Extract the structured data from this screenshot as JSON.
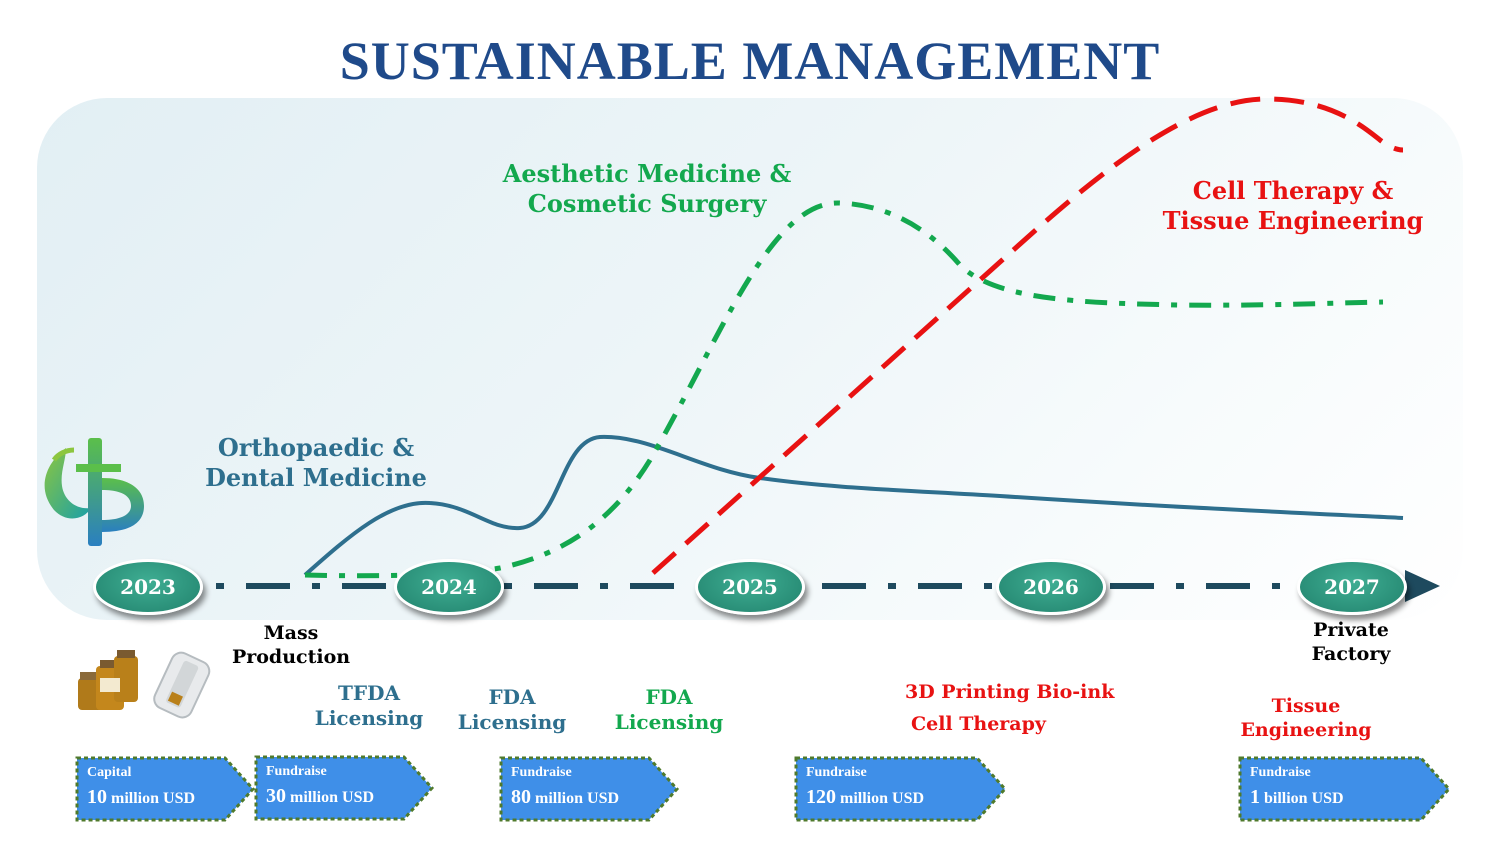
{
  "title": "SUSTAINABLE MANAGEMENT",
  "colors": {
    "title": "#1f4a8a",
    "ortho": "#2e6f8e",
    "aesthetic": "#13a84e",
    "cell": "#e81212",
    "timeline": "#1e4a5e",
    "year_badge": "#2a8f78",
    "fund_box": "#3f8fe8",
    "fund_border": "#4f7a2c"
  },
  "curves": {
    "ortho": {
      "label_line1": "Orthopaedic &",
      "label_line2": "Dental Medicine"
    },
    "aesthetic": {
      "label_line1": "Aesthetic Medicine &",
      "label_line2": "Cosmetic Surgery"
    },
    "cell": {
      "label_line1": "Cell Therapy &",
      "label_line2": "Tissue Engineering"
    }
  },
  "years": [
    "2023",
    "2024",
    "2025",
    "2026",
    "2027"
  ],
  "milestones": {
    "mass_production": {
      "line1": "Mass",
      "line2": "Production"
    },
    "private_factory": {
      "line1": "Private",
      "line2": "Factory"
    },
    "tfda": {
      "line1": "TFDA",
      "line2": "Licensing"
    },
    "fda_blue": {
      "line1": "FDA",
      "line2": "Licensing"
    },
    "fda_green": {
      "line1": "FDA",
      "line2": "Licensing"
    },
    "bioink": "3D Printing Bio-ink",
    "cell_therapy": "Cell Therapy",
    "tissue_engineering": "Tissue Engineering"
  },
  "funding": [
    {
      "label": "Capital",
      "amount": "10",
      "unit": "million USD"
    },
    {
      "label": "Fundraise",
      "amount": "30",
      "unit": "million USD"
    },
    {
      "label": "Fundraise",
      "amount": "80",
      "unit": "million USD"
    },
    {
      "label": "Fundraise",
      "amount": "120",
      "unit": "million USD"
    },
    {
      "label": "Fundraise",
      "amount": "1",
      "unit": "billion USD"
    }
  ]
}
